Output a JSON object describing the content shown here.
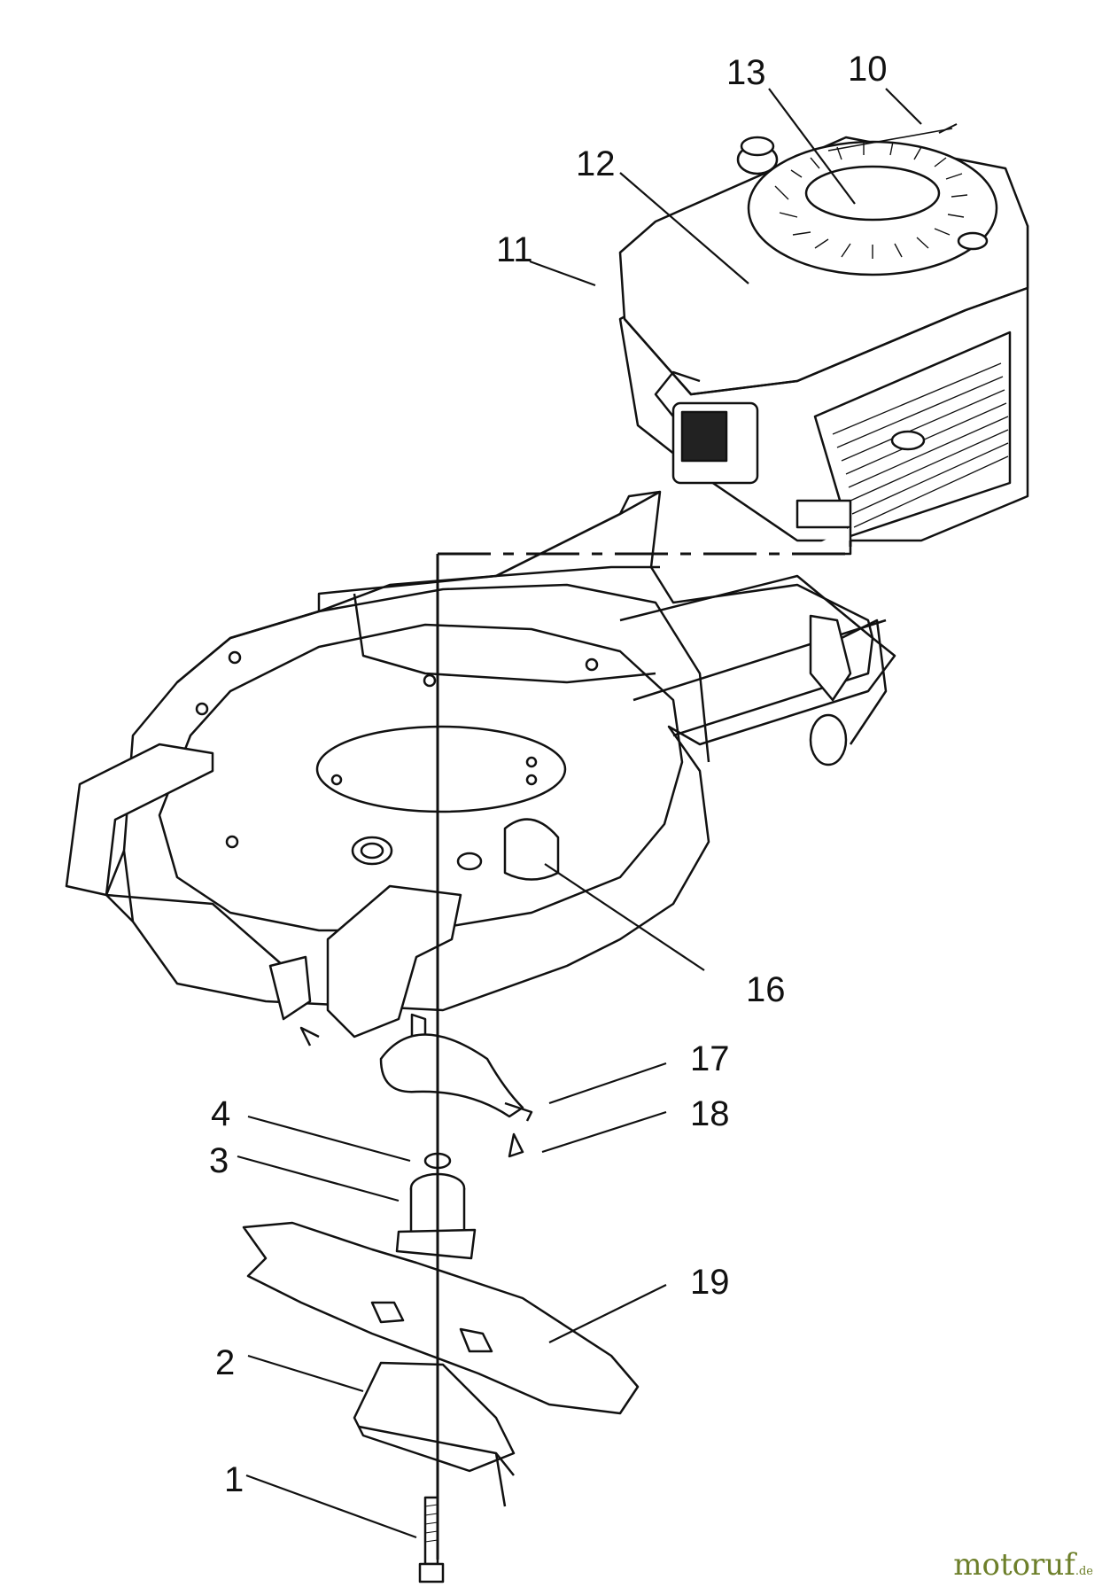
{
  "callouts": [
    "1",
    "2",
    "3",
    "4",
    "10",
    "11",
    "12",
    "13",
    "16",
    "17",
    "18",
    "19"
  ],
  "watermark": {
    "name": "motoruf",
    "suffix": ".de"
  },
  "colors": {
    "line": "#111111",
    "background": "#ffffff",
    "watermark": "#6d7f2a"
  }
}
